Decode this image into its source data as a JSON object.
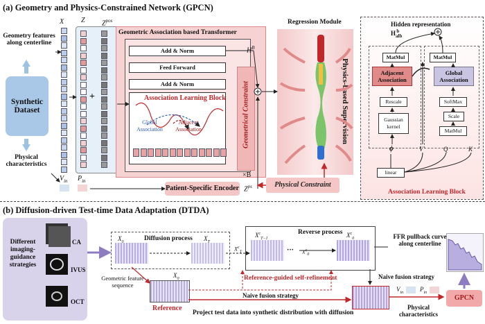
{
  "panel_a": {
    "title": "(a) Geometry and Physics-Constrained Network (GPCN)",
    "x_label": "X",
    "z_label": "Z",
    "zpos_label": "Z",
    "zpos_sup": "pos",
    "geom_features": "Geometry features along centerline",
    "synthetic_dataset": "Synthetic Dataset",
    "physical_characteristics": "Physical characteristics",
    "plus": "+",
    "vin": "V",
    "vin_sub": "in",
    "pin": "P",
    "pin_sub": "in",
    "transformer_title": "Geometric Association based Transformer",
    "add_norm_top": "Add & Norm",
    "feed_forward": "Feed Forward",
    "add_norm_mid": "Add & Norm",
    "assoc_block": "Association Learning Block",
    "global_assoc": "Global Association",
    "adjacent_assoc": "Adjacent Association",
    "hb": "H",
    "hb_sup": "B",
    "times_b": "×B",
    "geometrical_constraint": "Geometrical Constraint",
    "patient_encoder": "Patient-Specific Encoder",
    "zps": "Z",
    "zps_sup": "ps",
    "physical_constraint": "Physical Constraint",
    "regression_module": "Regression Module",
    "physics_supervision": "Physics-based Supervision"
  },
  "panel_alb": {
    "hidden_repr": "Hidden representation H",
    "hidden_sub": "alb",
    "hidden_sup": "b",
    "matmul_left": "MatMul",
    "matmul_right": "MatMul",
    "adjacent_assoc": "Adjacent Association",
    "global_assoc": "Global Association",
    "rescale": "Rescale",
    "softmax": "SoftMax",
    "gaussian": "Gaussian kernel",
    "scale": "Scale",
    "matmul_bottom": "MatMul",
    "phi": "ϕ",
    "v": "V",
    "q": "Q",
    "k": "K",
    "linear": "linear",
    "caption": "Association Learning Block"
  },
  "panel_b": {
    "title": "(b) Diffusion-driven Test-time Data Adaptation (DTDA)",
    "strategies": "Different imaging-guidance strategies",
    "ca": "CA",
    "ivus": "IVUS",
    "oct": "OCT",
    "x0": "X",
    "x0_sub": "0",
    "diffusion_process": "Diffusion process",
    "xt": "X",
    "xt_sub": "T",
    "xtc": "X",
    "xtc_sub": "T",
    "xtc_sup": "c",
    "reverse_process": "Reverse process",
    "xt1c": "X",
    "xt1c_sub": "T−1",
    "xt1c_sup": "c",
    "x0c_prime": "X",
    "x0c_prime_sub": "0",
    "x0c_prime_sup": "c",
    "x0c": "X",
    "x0c_sub": "0",
    "x0c_sup": "c",
    "dots": "···",
    "ref_guided": "Reference-guided self-refinement",
    "geom_seq": "Geometric feature sequence",
    "x0_ref": "X",
    "x0_ref_sub": "0",
    "reference": "Reference",
    "naive_fusion_mid": "Naive fusion strategy",
    "naive_fusion_right": "Naive fusion strategy",
    "project": "Project test data into synthetic distribution with diffusion",
    "ffr_curve": "FFR pullback curve along centerline",
    "vin": "V",
    "vin_sub": "in",
    "pin": "P",
    "pin_sub": "in",
    "physical_characteristics": "Physical characteristics",
    "gpcn": "GPCN"
  },
  "colors": {
    "accent_red": "#c0282b",
    "pink": "#f4c6c6",
    "blue_box": "#a9c7e6",
    "lavender": "#d8d2ea",
    "purple": "#8e7cc3"
  }
}
